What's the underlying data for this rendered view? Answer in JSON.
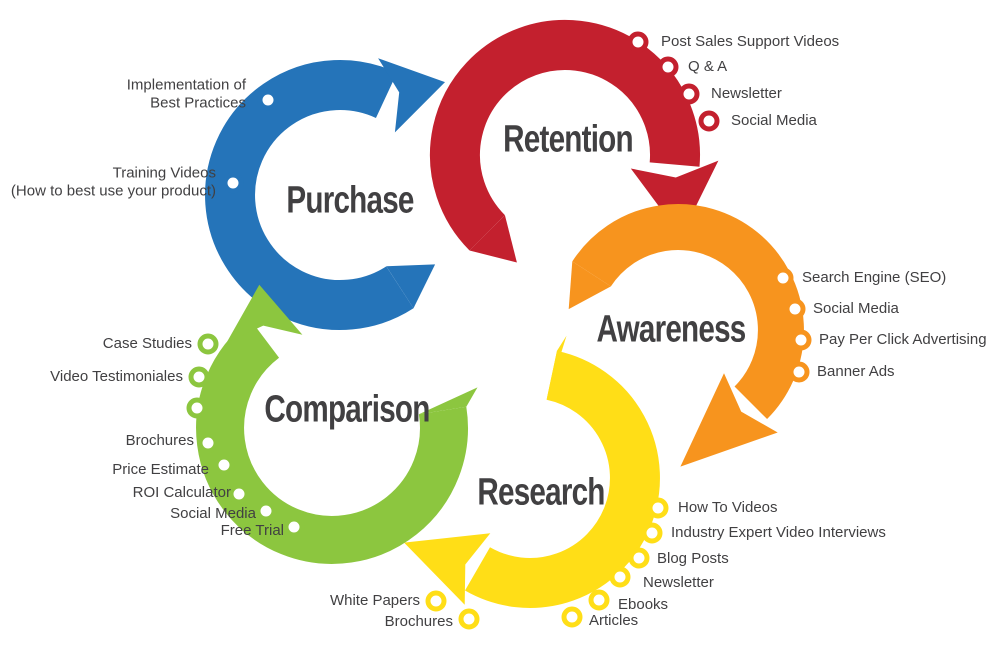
{
  "text_color": "#414042",
  "stages": [
    {
      "name": "Purchase",
      "color": "#2574B9",
      "items": [
        "Implementation of\nBest Practices",
        "Training Videos\n(How to best use your product)"
      ]
    },
    {
      "name": "Retention",
      "color": "#C3202E",
      "items": [
        "Post Sales Support Videos",
        "Q & A",
        "Newsletter",
        "Social Media"
      ]
    },
    {
      "name": "Awareness",
      "color": "#F7941E",
      "items": [
        "Search Engine (SEO)",
        "Social Media",
        "Pay Per Click Advertising",
        "Banner Ads"
      ]
    },
    {
      "name": "Research",
      "color": "#FFDE17",
      "items": [
        "How To Videos",
        "Industry Expert Video Interviews",
        "Blog Posts",
        "Newsletter",
        "Ebooks",
        "Articles",
        "White Papers",
        "Brochures"
      ]
    },
    {
      "name": "Comparison",
      "color": "#8CC63F",
      "items": [
        "Case Studies",
        "Video Testimoniales",
        "Brochures",
        "Price Estimate",
        "ROI Calculator",
        "Social Media",
        "Free Trial"
      ]
    }
  ]
}
